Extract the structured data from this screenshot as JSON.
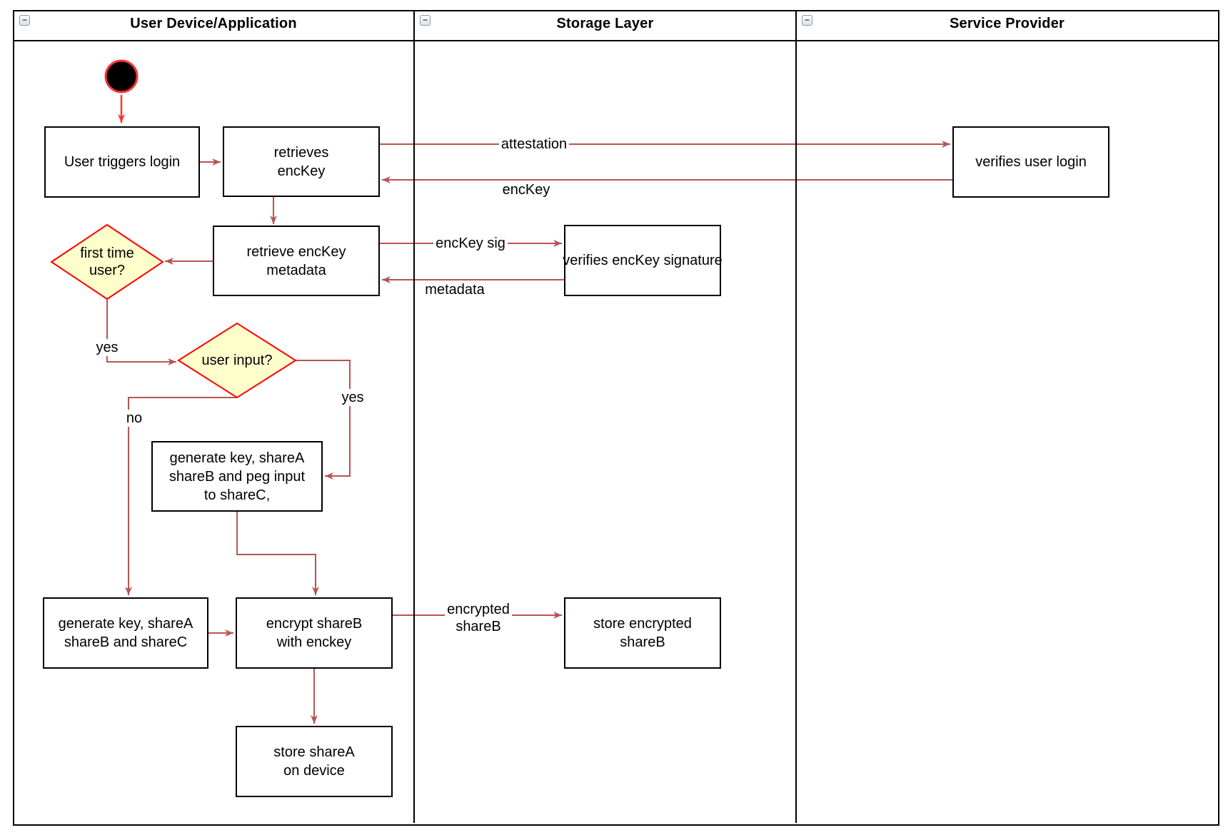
{
  "diagram": {
    "lanes": [
      {
        "title": "User Device/Application",
        "collapse_glyph": "−"
      },
      {
        "title": "Storage Layer",
        "collapse_glyph": "−"
      },
      {
        "title": "Service Provider",
        "collapse_glyph": "−"
      }
    ],
    "nodes": {
      "user_triggers_login": "User triggers login",
      "retrieves_enckey": "retrieves\nencKey",
      "retrieve_enckey_metadata": "retrieve encKey\nmetadata",
      "first_time_user": "first time\nuser?",
      "user_input": "user input?",
      "generate_peg": "generate key, shareA\nshareB and peg input\nto shareC,",
      "generate_shares": "generate key, shareA\nshareB and shareC",
      "encrypt_shareb": "encrypt shareB\nwith enckey",
      "store_sharea": "store shareA\non device",
      "verifies_enckey_signature": "verifies encKey signature",
      "store_encrypted_shareb": "store encrypted\nshareB",
      "verifies_user_login": "verifies user login"
    },
    "edge_labels": {
      "attestation": "attestation",
      "enckey": "encKey",
      "enckey_sig": "encKey sig",
      "metadata": "metadata",
      "yes_first_time": "yes",
      "yes_user_input": "yes",
      "no_user_input": "no",
      "encrypted_shareb": "encrypted\nshareB"
    },
    "colors": {
      "flow_arrow": "#b85450",
      "start_arrow": "#ff3333",
      "decision_fill": "#ffffcc",
      "decision_border": "#ff0000",
      "node_border": "#000000",
      "node_fill": "#ffffff"
    }
  }
}
